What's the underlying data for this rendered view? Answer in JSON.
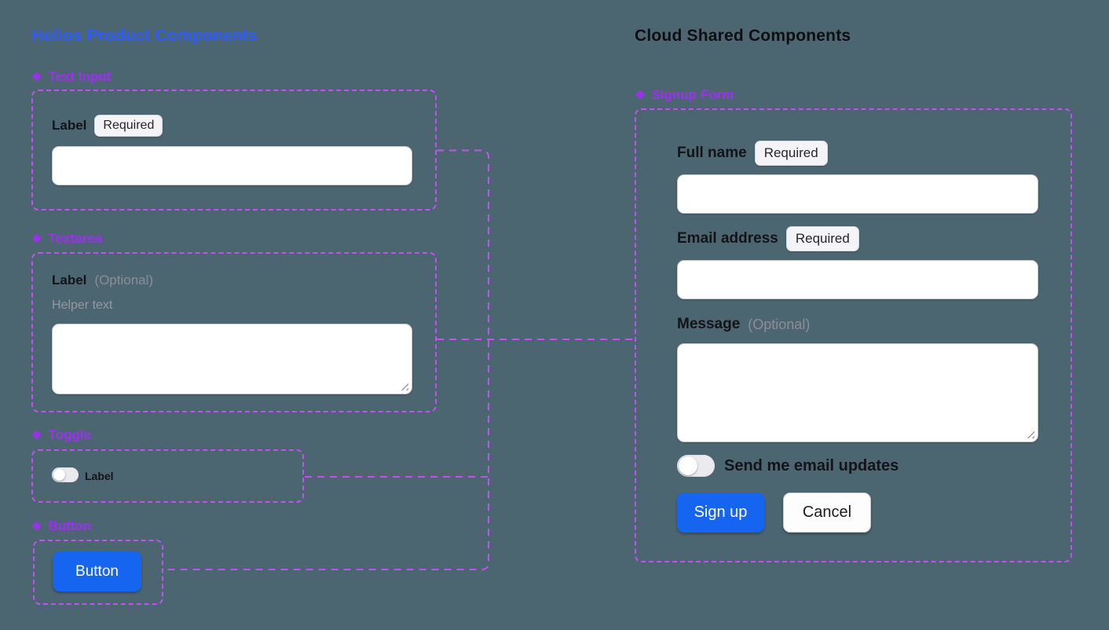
{
  "icons": {
    "component": "❖"
  },
  "colors": {
    "background": "#4c6671",
    "left_title_blue": "#2e5cfa",
    "right_title_dark": "#0e0e13",
    "section_heading_purple": "#9d2ff2",
    "dashed_outline_purple": "#c44ff2",
    "primary_button_blue": "#1565f0"
  },
  "left": {
    "title": "Helios Product Components",
    "sections": {
      "text_input": {
        "heading": "Text Input",
        "label": "Label",
        "badge": "Required",
        "value": ""
      },
      "textarea": {
        "heading": "Textarea",
        "label": "Label",
        "optional": "(Optional)",
        "helper": "Helper text",
        "value": ""
      },
      "toggle": {
        "heading": "Toggle",
        "label": "Label",
        "checked": false
      },
      "button": {
        "heading": "Button",
        "text": "Button"
      }
    }
  },
  "right": {
    "title": "Cloud Shared Components",
    "section_heading": "Signup Form",
    "form": {
      "full_name": {
        "label": "Full name",
        "badge": "Required",
        "value": ""
      },
      "email": {
        "label": "Email address",
        "badge": "Required",
        "value": ""
      },
      "message": {
        "label": "Message",
        "optional": "(Optional)",
        "value": ""
      },
      "newsletter": {
        "label": "Send me email updates",
        "checked": false
      },
      "actions": {
        "submit": "Sign up",
        "cancel": "Cancel"
      }
    }
  }
}
